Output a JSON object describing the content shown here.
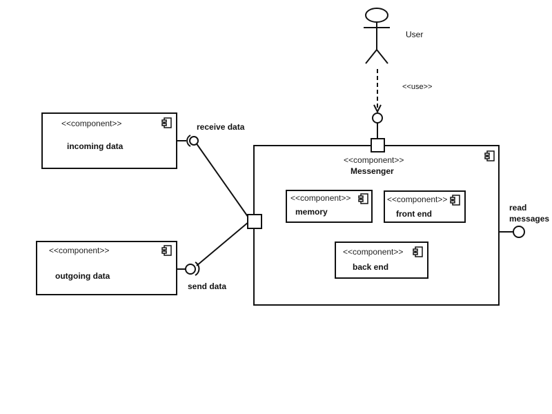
{
  "stereotype": "<<component>>",
  "components": {
    "incoming": {
      "name": "incoming data"
    },
    "outgoing": {
      "name": "outgoing data"
    },
    "messenger": {
      "name": "Messenger"
    },
    "memory": {
      "name": "memory"
    },
    "front_end": {
      "name": "front end"
    },
    "back_end": {
      "name": "back end"
    }
  },
  "actor": {
    "name": "User"
  },
  "relation": {
    "label": "<<use>>"
  },
  "interfaces": {
    "receive": "receive data",
    "send": "send data",
    "read_line1": "read",
    "read_line2": "messages"
  },
  "icons": {
    "component": "component-icon",
    "actor": "stick-figure-icon"
  }
}
